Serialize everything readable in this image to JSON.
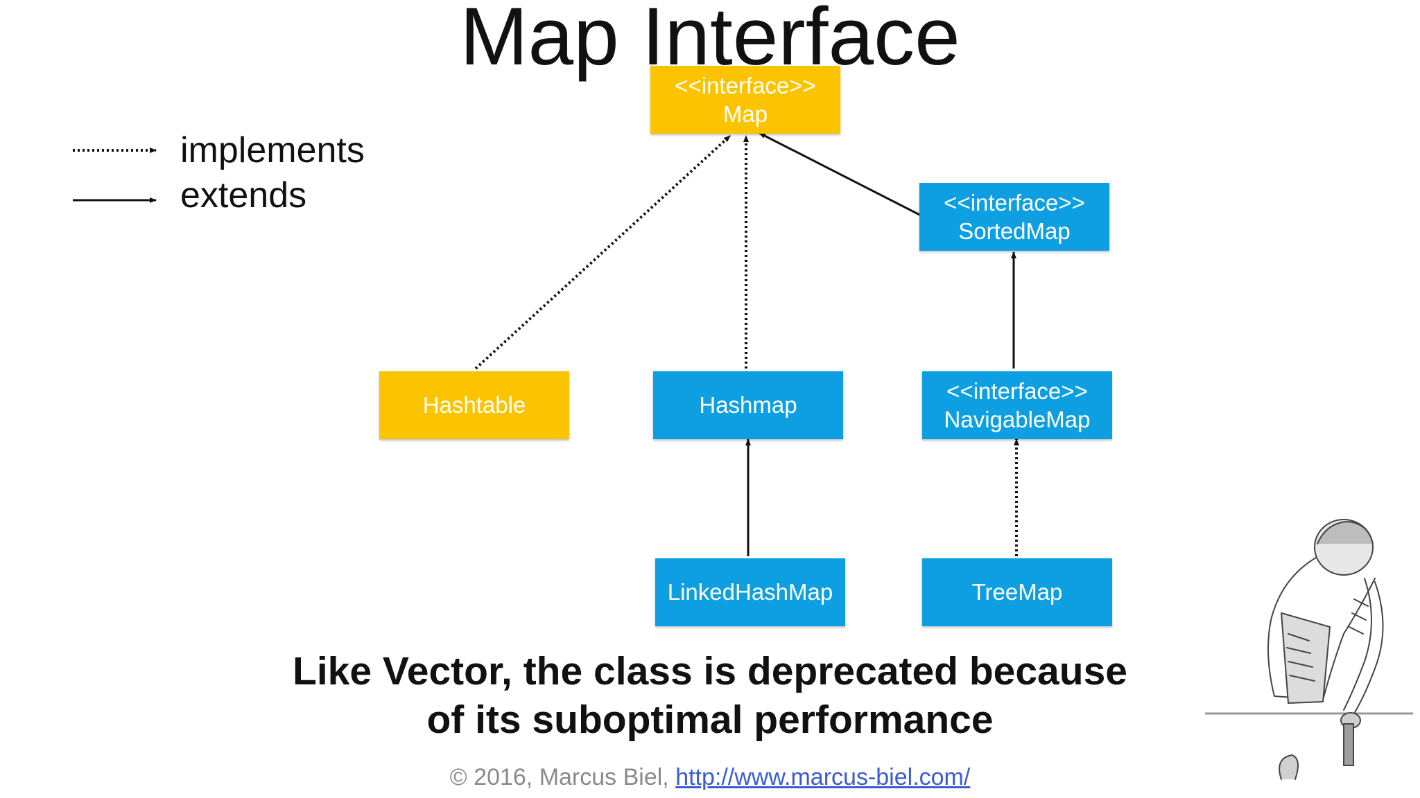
{
  "title": "Map Interface",
  "legend": {
    "implements": "implements",
    "extends": "extends"
  },
  "nodes": {
    "map": {
      "stereotype": "<<interface>>",
      "name": "Map",
      "color": "#fcc400"
    },
    "sortedmap": {
      "stereotype": "<<interface>>",
      "name": "SortedMap",
      "color": "#0e9fe2"
    },
    "hashtable": {
      "name": "Hashtable",
      "color": "#fcc400"
    },
    "hashmap": {
      "name": "Hashmap",
      "color": "#0e9fe2"
    },
    "navigablemap": {
      "stereotype": "<<interface>>",
      "name": "NavigableMap",
      "color": "#0e9fe2"
    },
    "linkedhashmap": {
      "name": "LinkedHashMap",
      "color": "#0e9fe2"
    },
    "treemap": {
      "name": "TreeMap",
      "color": "#0e9fe2"
    }
  },
  "relations": [
    {
      "from": "Hashtable",
      "to": "Map",
      "type": "implements"
    },
    {
      "from": "Hashmap",
      "to": "Map",
      "type": "implements"
    },
    {
      "from": "SortedMap",
      "to": "Map",
      "type": "extends"
    },
    {
      "from": "NavigableMap",
      "to": "SortedMap",
      "type": "extends"
    },
    {
      "from": "LinkedHashMap",
      "to": "Hashmap",
      "type": "extends"
    },
    {
      "from": "TreeMap",
      "to": "NavigableMap",
      "type": "implements"
    }
  ],
  "caption": {
    "line1": "Like Vector, the class is deprecated because",
    "line2": "of its suboptimal performance"
  },
  "footer": {
    "copyright": "© 2016, Marcus Biel,",
    "link": "http://www.marcus-biel.com/"
  }
}
